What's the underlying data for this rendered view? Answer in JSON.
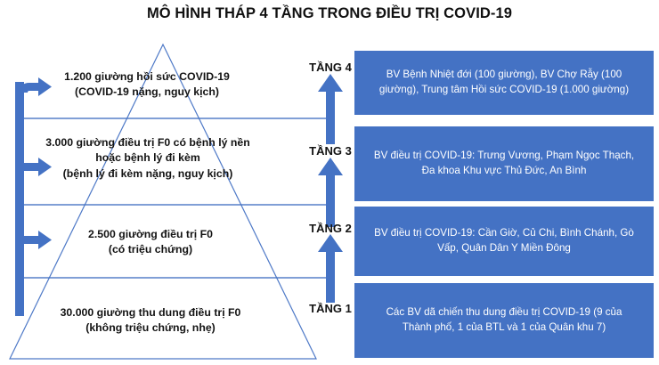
{
  "title": "MÔ HÌNH THÁP 4 TẦNG TRONG ĐIỀU TRỊ COVID-19",
  "theme": {
    "box_fill": "#4472C4",
    "arrow_fill": "#4472C4",
    "pyramid_stroke": "#4472C4",
    "divider_stroke": "#4472C4",
    "text_dark": "#131313",
    "text_light": "#FFFFFF",
    "background": "#FFFFFF"
  },
  "pyramid": {
    "levels": [
      {
        "id": "tang-4",
        "tier_label": "TẦNG 4",
        "lines": [
          "1.200 giường hồi sức COVID-19",
          "(COVID-19 nặng, nguy kịch)"
        ],
        "beds": 1200,
        "description": "COVID-19 nặng, nguy kịch"
      },
      {
        "id": "tang-3",
        "tier_label": "TẦNG 3",
        "lines": [
          "3.000 giường điều trị F0 có bệnh lý nền",
          "hoặc bệnh lý đi kèm",
          "(bệnh lý đi kèm nặng, nguy kịch)"
        ],
        "beds": 3000,
        "description": "bệnh lý đi kèm nặng, nguy kịch"
      },
      {
        "id": "tang-2",
        "tier_label": "TẦNG 2",
        "lines": [
          "2.500 giường điều trị F0",
          "(có triệu chứng)"
        ],
        "beds": 2500,
        "description": "có triệu chứng"
      },
      {
        "id": "tang-1",
        "tier_label": "TẦNG 1",
        "lines": [
          "30.000 giường thu dung điều trị F0",
          "(không triệu chứng, nhẹ)"
        ],
        "beds": 30000,
        "description": "không triệu chứng, nhẹ"
      }
    ]
  },
  "info_boxes": [
    {
      "id": "info-tang-4",
      "lines": [
        "BV Bệnh Nhiệt đới (100 giường), BV Chợ Rẫy (100",
        "giường), Trung tâm Hồi sức COVID-19 (1.000 giường)"
      ]
    },
    {
      "id": "info-tang-3",
      "lines": [
        "BV điều trị COVID-19: Trưng Vương, Phạm Ngọc Thạch,",
        "Đa khoa Khu vực Thủ Đức, An Bình"
      ]
    },
    {
      "id": "info-tang-2",
      "lines": [
        "BV điều trị COVID-19: Cần Giờ, Củ Chi, Bình Chánh, Gò",
        "Vấp, Quân Dân Y Miền Đông"
      ]
    },
    {
      "id": "info-tang-1",
      "lines": [
        "Các BV dã chiến thu dung điều trị COVID-19 (9 của",
        "Thành phố, 1 của BTL và 1 của Quân khu 7)"
      ]
    }
  ],
  "icons": {
    "escalation_arrow_up": "up-arrow-icon",
    "referral_arrow_right": "right-arrow-icon",
    "left_rail": "vertical-rail"
  }
}
